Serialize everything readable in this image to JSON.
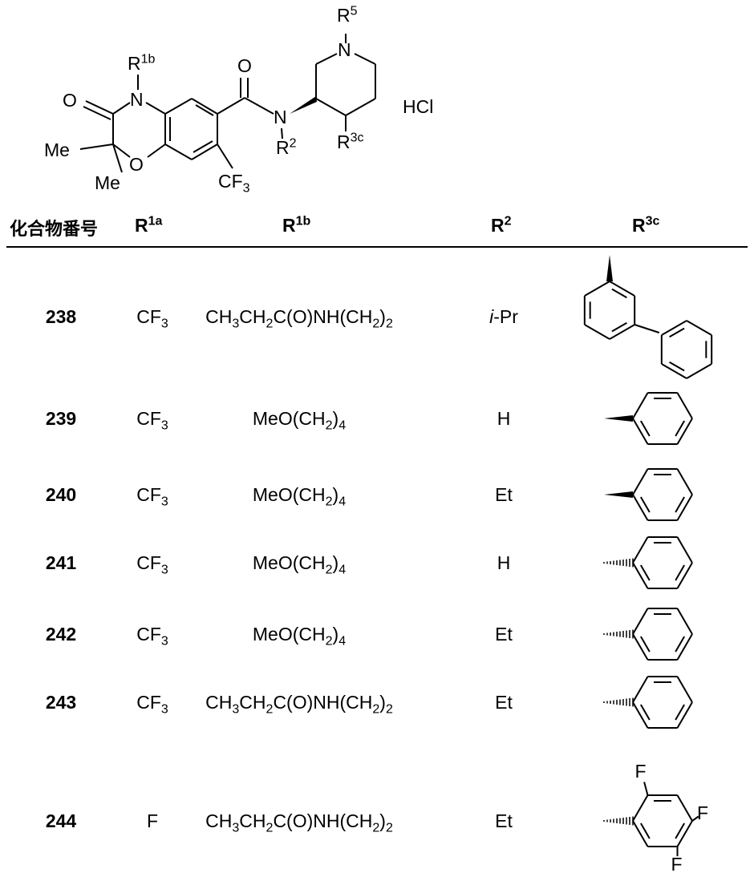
{
  "scaffold": {
    "oxo": "O",
    "n_ring": "N",
    "o_ring": "O",
    "me_upper": "Me",
    "me_lower": "Me",
    "r1b_label": "R",
    "r1b_sup": "1b",
    "carbonyl_o": "O",
    "amide_n": "N",
    "r2_label": "R",
    "r2_sup": "2",
    "cf3": "CF",
    "cf3_sub": "3",
    "pip_n": "N",
    "r5_label": "R",
    "r5_sup": "5",
    "r3c_label": "R",
    "r3c_sup": "3c",
    "salt": "HCl"
  },
  "header": {
    "compound_no": "化合物番号",
    "r1a": "R",
    "r1a_sup": "1a",
    "r1b": "R",
    "r1b_sup": "1b",
    "r2": "R",
    "r2_sup": "2",
    "r3c": "R",
    "r3c_sup": "3c"
  },
  "rows": [
    {
      "id": "238",
      "r1a": "CF",
      "r1a_sub": "3",
      "r1b_kind": "amide",
      "r2": "i-Pr",
      "r3c": "biphenyl-wedge"
    },
    {
      "id": "239",
      "r1a": "CF",
      "r1a_sub": "3",
      "r1b_kind": "meo",
      "r2": "H",
      "r3c": "phenyl-wedge"
    },
    {
      "id": "240",
      "r1a": "CF",
      "r1a_sub": "3",
      "r1b_kind": "meo",
      "r2": "Et",
      "r3c": "phenyl-wedge"
    },
    {
      "id": "241",
      "r1a": "CF",
      "r1a_sub": "3",
      "r1b_kind": "meo",
      "r2": "H",
      "r3c": "phenyl-hash"
    },
    {
      "id": "242",
      "r1a": "CF",
      "r1a_sub": "3",
      "r1b_kind": "meo",
      "r2": "Et",
      "r3c": "phenyl-hash"
    },
    {
      "id": "243",
      "r1a": "CF",
      "r1a_sub": "3",
      "r1b_kind": "amide",
      "r2": "Et",
      "r3c": "phenyl-hash"
    },
    {
      "id": "244",
      "r1a": "F",
      "r1a_sub": "",
      "r1b_kind": "amide",
      "r2": "Et",
      "r3c": "trifluorophenyl-hash"
    }
  ],
  "r1b_text": {
    "amide": {
      "a": "CH",
      "s1": "3",
      "b": "CH",
      "s2": "2",
      "c": "C(O)NH(CH",
      "s3": "2",
      "d": ")",
      "s4": "2"
    },
    "meo": {
      "a": "MeO(CH",
      "s1": "2",
      "b": ")",
      "s2": "4"
    }
  },
  "fluoro": {
    "f1": "F",
    "f2": "F",
    "f3": "F"
  }
}
